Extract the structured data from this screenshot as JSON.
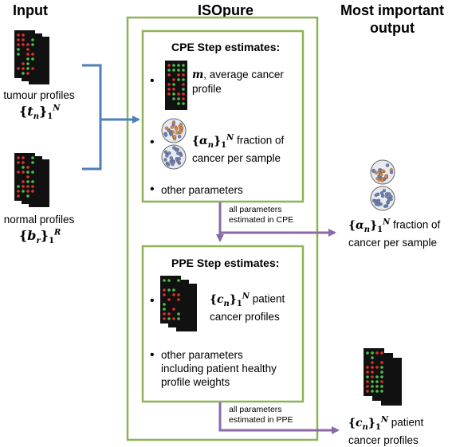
{
  "headers": {
    "input": "Input",
    "isopure": "ISOpure",
    "output_line1": "Most important",
    "output_line2": "output"
  },
  "input": {
    "tumour_label": "tumour profiles",
    "tumour_symbol": "t",
    "tumour_index": "n",
    "tumour_sup": "N",
    "tumour_sub": "1",
    "normal_label": "normal profiles",
    "normal_symbol": "b",
    "normal_index": "r",
    "normal_sup": "R",
    "normal_sub": "1"
  },
  "cpe": {
    "title": "CPE Step estimates:",
    "item1_symbol": "m",
    "item1_text": ", average cancer",
    "item1_text2": "profile",
    "item2_symbol": "α",
    "item2_index": "n",
    "item2_sup": "N",
    "item2_sub": "1",
    "item2_text": " fraction of",
    "item2_text2": "cancer per sample",
    "item3_text": "other parameters",
    "edge_label_line1": "all parameters",
    "edge_label_line2": "estimated in CPE"
  },
  "ppe": {
    "title": "PPE Step estimates:",
    "item1_symbol": "c",
    "item1_index": "n",
    "item1_sup": "N",
    "item1_sub": "1",
    "item1_text": " patient",
    "item1_text2": "cancer profiles",
    "item2_line1": "other parameters",
    "item2_line2": "including patient healthy",
    "item2_line3": "profile weights",
    "edge_label_line1": "all parameters",
    "edge_label_line2": "estimated in PPE"
  },
  "output": {
    "alpha_symbol": "α",
    "alpha_index": "n",
    "alpha_sup": "N",
    "alpha_sub": "1",
    "alpha_text": " fraction of",
    "alpha_text2": "cancer per sample",
    "c_symbol": "c",
    "c_index": "n",
    "c_sup": "N",
    "c_sub": "1",
    "c_text": " patient",
    "c_text2": "cancer profiles"
  },
  "colors": {
    "green_border": "#8db356",
    "blue_arrow": "#4f7fba",
    "purple_arrow": "#8a69a6",
    "microarray_bg": "#111111",
    "dot_red": "#e0322b",
    "dot_green": "#4cc24a",
    "pie_orange": "#d98a4a",
    "pie_blue": "#6b82b8"
  },
  "icons": {
    "microarray": "microarray-stack-icon",
    "pie": "cell-mixture-icon"
  }
}
